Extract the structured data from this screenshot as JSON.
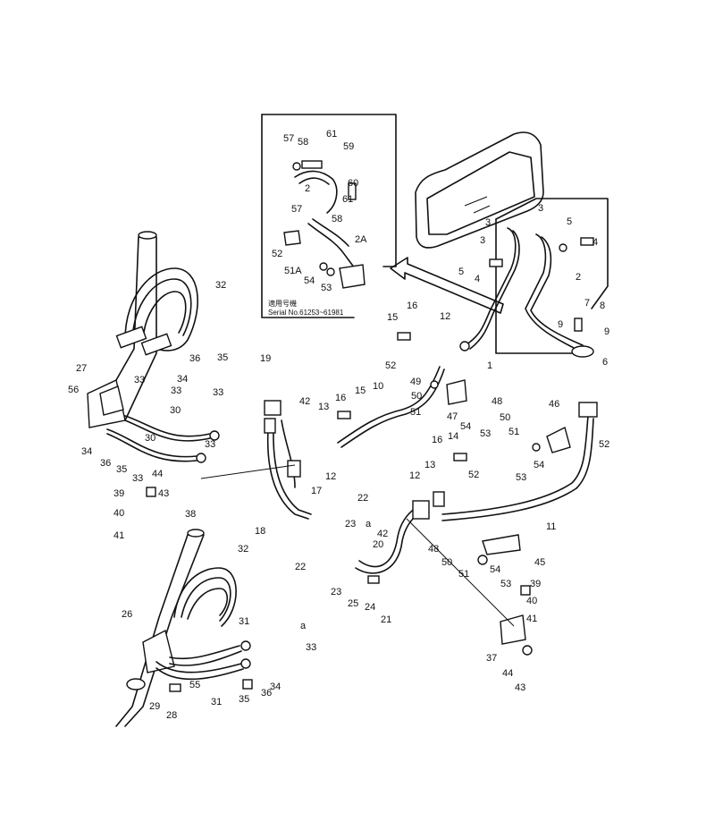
{
  "inset": {
    "serial_header": "適用号機",
    "serial_text": "Serial No.61253~61981",
    "labels": [
      "57",
      "58",
      "61",
      "59",
      "2",
      "60",
      "61",
      "57",
      "58",
      "2A",
      "52",
      "51A",
      "54",
      "53"
    ]
  },
  "labels": [
    "32",
    "27",
    "56",
    "33",
    "33",
    "33",
    "30",
    "30",
    "33",
    "34",
    "36",
    "35",
    "33",
    "35",
    "36",
    "34",
    "19",
    "42",
    "13",
    "16",
    "15",
    "12",
    "18",
    "17",
    "39",
    "40",
    "41",
    "38",
    "44",
    "43",
    "22",
    "22",
    "23",
    "23",
    "20",
    "25",
    "24",
    "21",
    "a",
    "42",
    "15",
    "16",
    "12",
    "52",
    "10",
    "50",
    "49",
    "51",
    "47",
    "54",
    "53",
    "48",
    "50",
    "51",
    "46",
    "52",
    "54",
    "53",
    "16",
    "14",
    "13",
    "12",
    "52",
    "11",
    "48",
    "50",
    "51",
    "54",
    "45",
    "53",
    "39",
    "40",
    "41",
    "37",
    "44",
    "43",
    "3",
    "3",
    "3",
    "5",
    "4",
    "5",
    "4",
    "2",
    "7",
    "8",
    "9",
    "9",
    "6",
    "1",
    "32",
    "26",
    "31",
    "31",
    "55",
    "29",
    "28",
    "35",
    "36",
    "34",
    "33",
    "a"
  ]
}
